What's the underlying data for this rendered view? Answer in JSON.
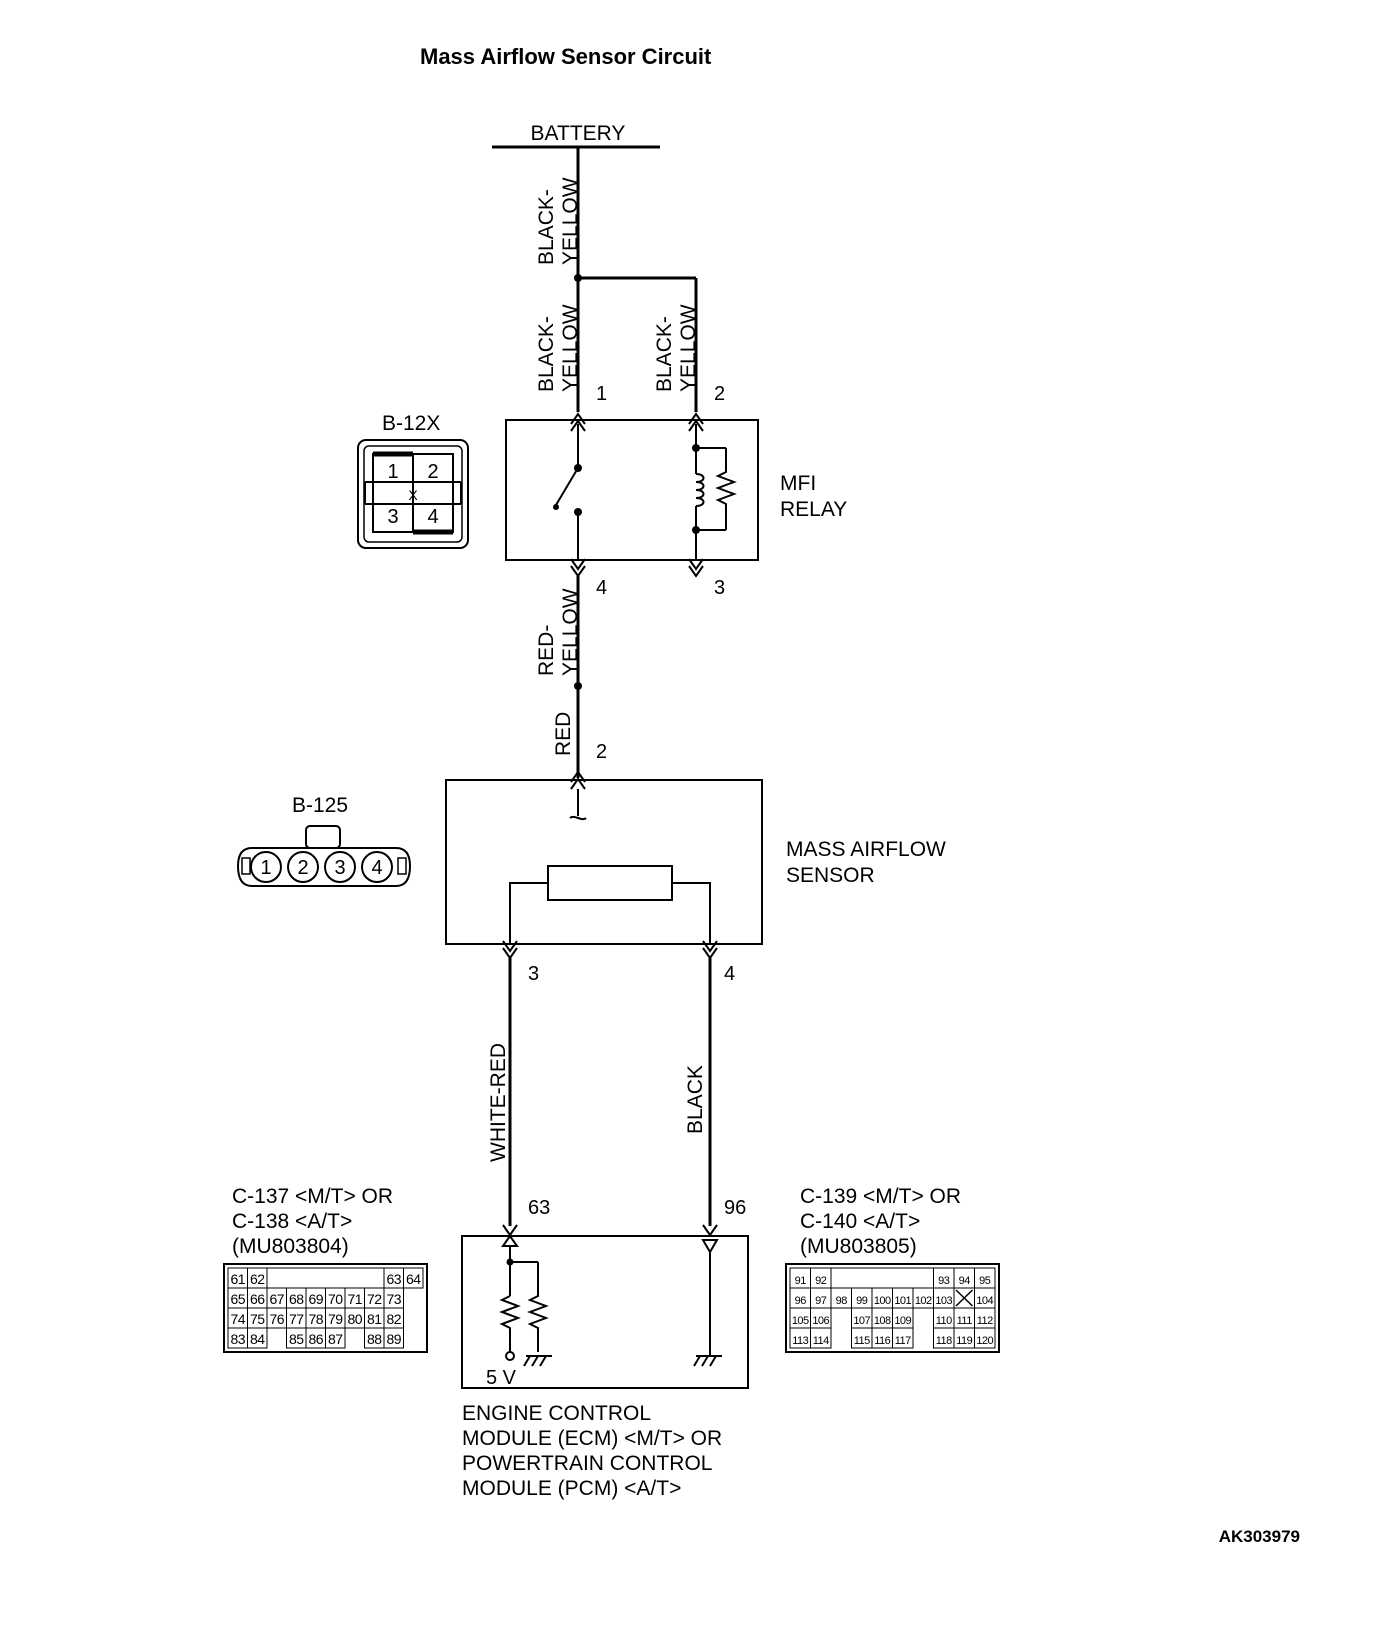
{
  "title": "Mass Airflow Sensor Circuit",
  "figure_id": "AK303979",
  "battery_label": "BATTERY",
  "wires": {
    "battery_main": "BLACK-\nYELLOW",
    "relay_pin1": "BLACK-\nYELLOW",
    "relay_pin2": "BLACK-\nYELLOW",
    "relay_to_joint": "RED-\nYELLOW",
    "joint_to_maf": "RED",
    "maf_pin3": "WHITE-RED",
    "maf_pin4": "BLACK"
  },
  "relay": {
    "name_line1": "MFI",
    "name_line2": "RELAY",
    "pins": [
      "1",
      "2",
      "4",
      "3"
    ],
    "connector": {
      "id": "B-12X",
      "cavities": [
        "1",
        "2",
        "3",
        "4"
      ],
      "center_mark": "X"
    }
  },
  "maf": {
    "name_line1": "MASS AIRFLOW",
    "name_line2": "SENSOR",
    "pins": [
      "2",
      "3",
      "4"
    ],
    "connector": {
      "id": "B-125",
      "cavities": [
        "1",
        "2",
        "3",
        "4"
      ]
    }
  },
  "ecm": {
    "name_lines": [
      "ENGINE CONTROL",
      "MODULE (ECM) <M/T> OR",
      "POWERTRAIN CONTROL",
      "MODULE (PCM) <A/T>"
    ],
    "pins": [
      "63",
      "96"
    ],
    "voltage": "5 V",
    "connector_left": {
      "label_lines": [
        "C-137 <M/T> OR",
        "C-138 <A/T>",
        "(MU803804)"
      ],
      "rows": [
        [
          "61",
          "62",
          "",
          "",
          "",
          "",
          "",
          "",
          "63",
          "64"
        ],
        [
          "65",
          "66",
          "67",
          "68",
          "69",
          "70",
          "71",
          "72",
          "73"
        ],
        [
          "74",
          "75",
          "76",
          "77",
          "78",
          "79",
          "80",
          "81",
          "82"
        ],
        [
          "83",
          "84",
          "",
          "85",
          "86",
          "87",
          "",
          "88",
          "89"
        ]
      ]
    },
    "connector_right": {
      "label_lines": [
        "C-139 <M/T> OR",
        "C-140 <A/T>",
        "(MU803805)"
      ],
      "rows": [
        [
          "91",
          "92",
          "",
          "",
          "",
          "",
          "",
          "93",
          "94",
          "95"
        ],
        [
          "96",
          "97",
          "98",
          "99",
          "100",
          "101",
          "102",
          "103",
          "",
          "104"
        ],
        [
          "105",
          "106",
          "",
          "107",
          "108",
          "109",
          "",
          "110",
          "111",
          "112"
        ],
        [
          "113",
          "114",
          "",
          "115",
          "116",
          "117",
          "",
          "118",
          "119",
          "120"
        ]
      ]
    }
  }
}
